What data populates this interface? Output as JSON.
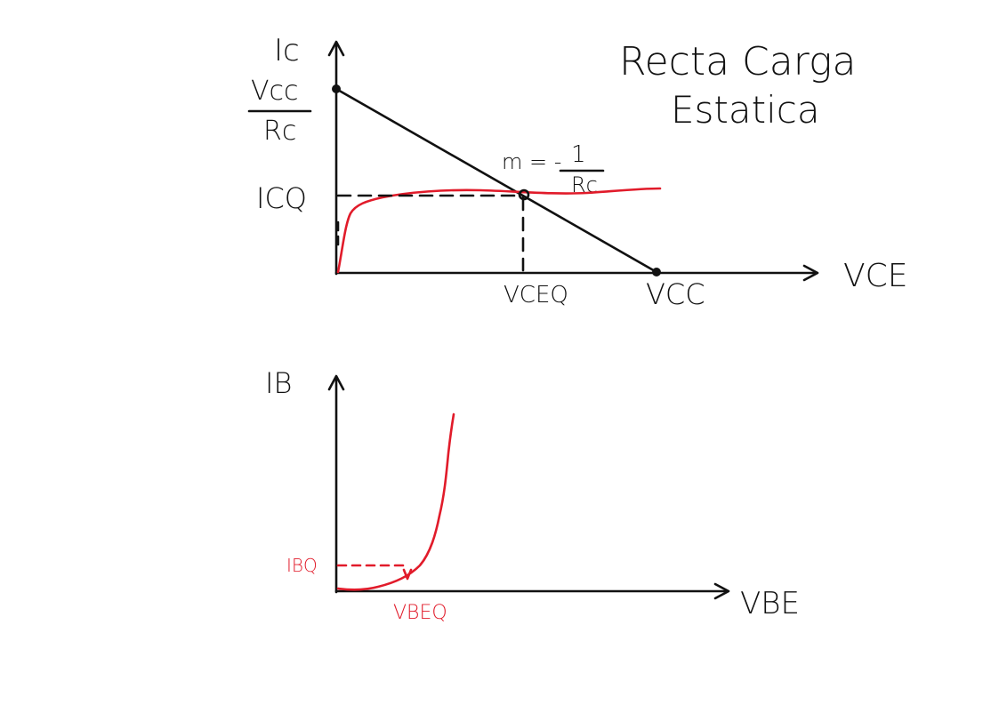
{
  "colors": {
    "ink": "#111111",
    "accent": "#e11b2a",
    "background": "#ffffff"
  },
  "title": {
    "line1": "Recta Carga",
    "line2": "Estatica"
  },
  "top_plot": {
    "y_axis_label": "Ic",
    "x_axis_label": "VCE",
    "y_intercept": {
      "numerator": "Vcc",
      "denominator": "Rc"
    },
    "quiescent_current_label": "ICQ",
    "quiescent_voltage_label": "VCEQ",
    "x_intercept_label": "VCC",
    "slope": {
      "prefix": "m = -",
      "numerator": "1",
      "denominator": "Rc"
    }
  },
  "bottom_plot": {
    "y_axis_label": "IB",
    "x_axis_label": "VBE",
    "quiescent_current_label": "IBQ",
    "quiescent_voltage_label": "VBEQ"
  }
}
